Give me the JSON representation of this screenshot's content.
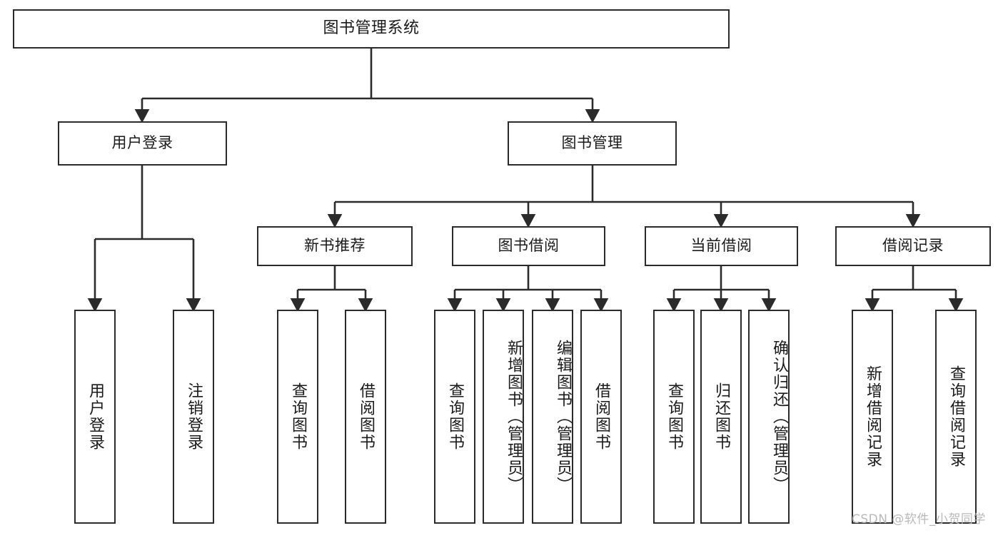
{
  "diagram": {
    "type": "tree-hierarchy",
    "title": "图书管理系统",
    "root": {
      "id": "root",
      "label": "图书管理系统"
    },
    "level1": [
      {
        "id": "user-login",
        "label": "用户登录"
      },
      {
        "id": "book-manage",
        "label": "图书管理"
      }
    ],
    "level2": [
      {
        "id": "new-book-rec",
        "label": "新书推荐",
        "parent": "book-manage"
      },
      {
        "id": "book-borrow",
        "label": "图书借阅",
        "parent": "book-manage"
      },
      {
        "id": "current-borrow",
        "label": "当前借阅",
        "parent": "book-manage"
      },
      {
        "id": "borrow-record",
        "label": "借阅记录",
        "parent": "book-manage"
      }
    ],
    "leaves": [
      {
        "id": "leaf-user-login",
        "label": "用户登录",
        "parent": "user-login"
      },
      {
        "id": "leaf-logout",
        "label": "注销登录",
        "parent": "user-login"
      },
      {
        "id": "leaf-query-book-1",
        "label": "查询图书",
        "parent": "new-book-rec"
      },
      {
        "id": "leaf-borrow-book-1",
        "label": "借阅图书",
        "parent": "new-book-rec"
      },
      {
        "id": "leaf-query-book-2",
        "label": "查询图书",
        "parent": "book-borrow"
      },
      {
        "id": "leaf-add-book",
        "label": "新增图书（管理员）",
        "parent": "book-borrow"
      },
      {
        "id": "leaf-edit-book",
        "label": "编辑图书（管理员）",
        "parent": "book-borrow"
      },
      {
        "id": "leaf-borrow-book-2",
        "label": "借阅图书",
        "parent": "book-borrow"
      },
      {
        "id": "leaf-query-book-3",
        "label": "查询图书",
        "parent": "current-borrow"
      },
      {
        "id": "leaf-return-book",
        "label": "归还图书",
        "parent": "current-borrow"
      },
      {
        "id": "leaf-confirm-return",
        "label": "确认归还（管理员）",
        "parent": "current-borrow"
      },
      {
        "id": "leaf-add-record",
        "label": "新增借阅记录",
        "parent": "borrow-record"
      },
      {
        "id": "leaf-query-record",
        "label": "查询借阅记录",
        "parent": "borrow-record"
      }
    ],
    "watermark": "CSDN @软件_小贺同学",
    "colors": {
      "stroke": "#2b2b2b",
      "fill": "#ffffff",
      "text": "#1a1a1a",
      "watermark": "#b9b9b9"
    }
  }
}
